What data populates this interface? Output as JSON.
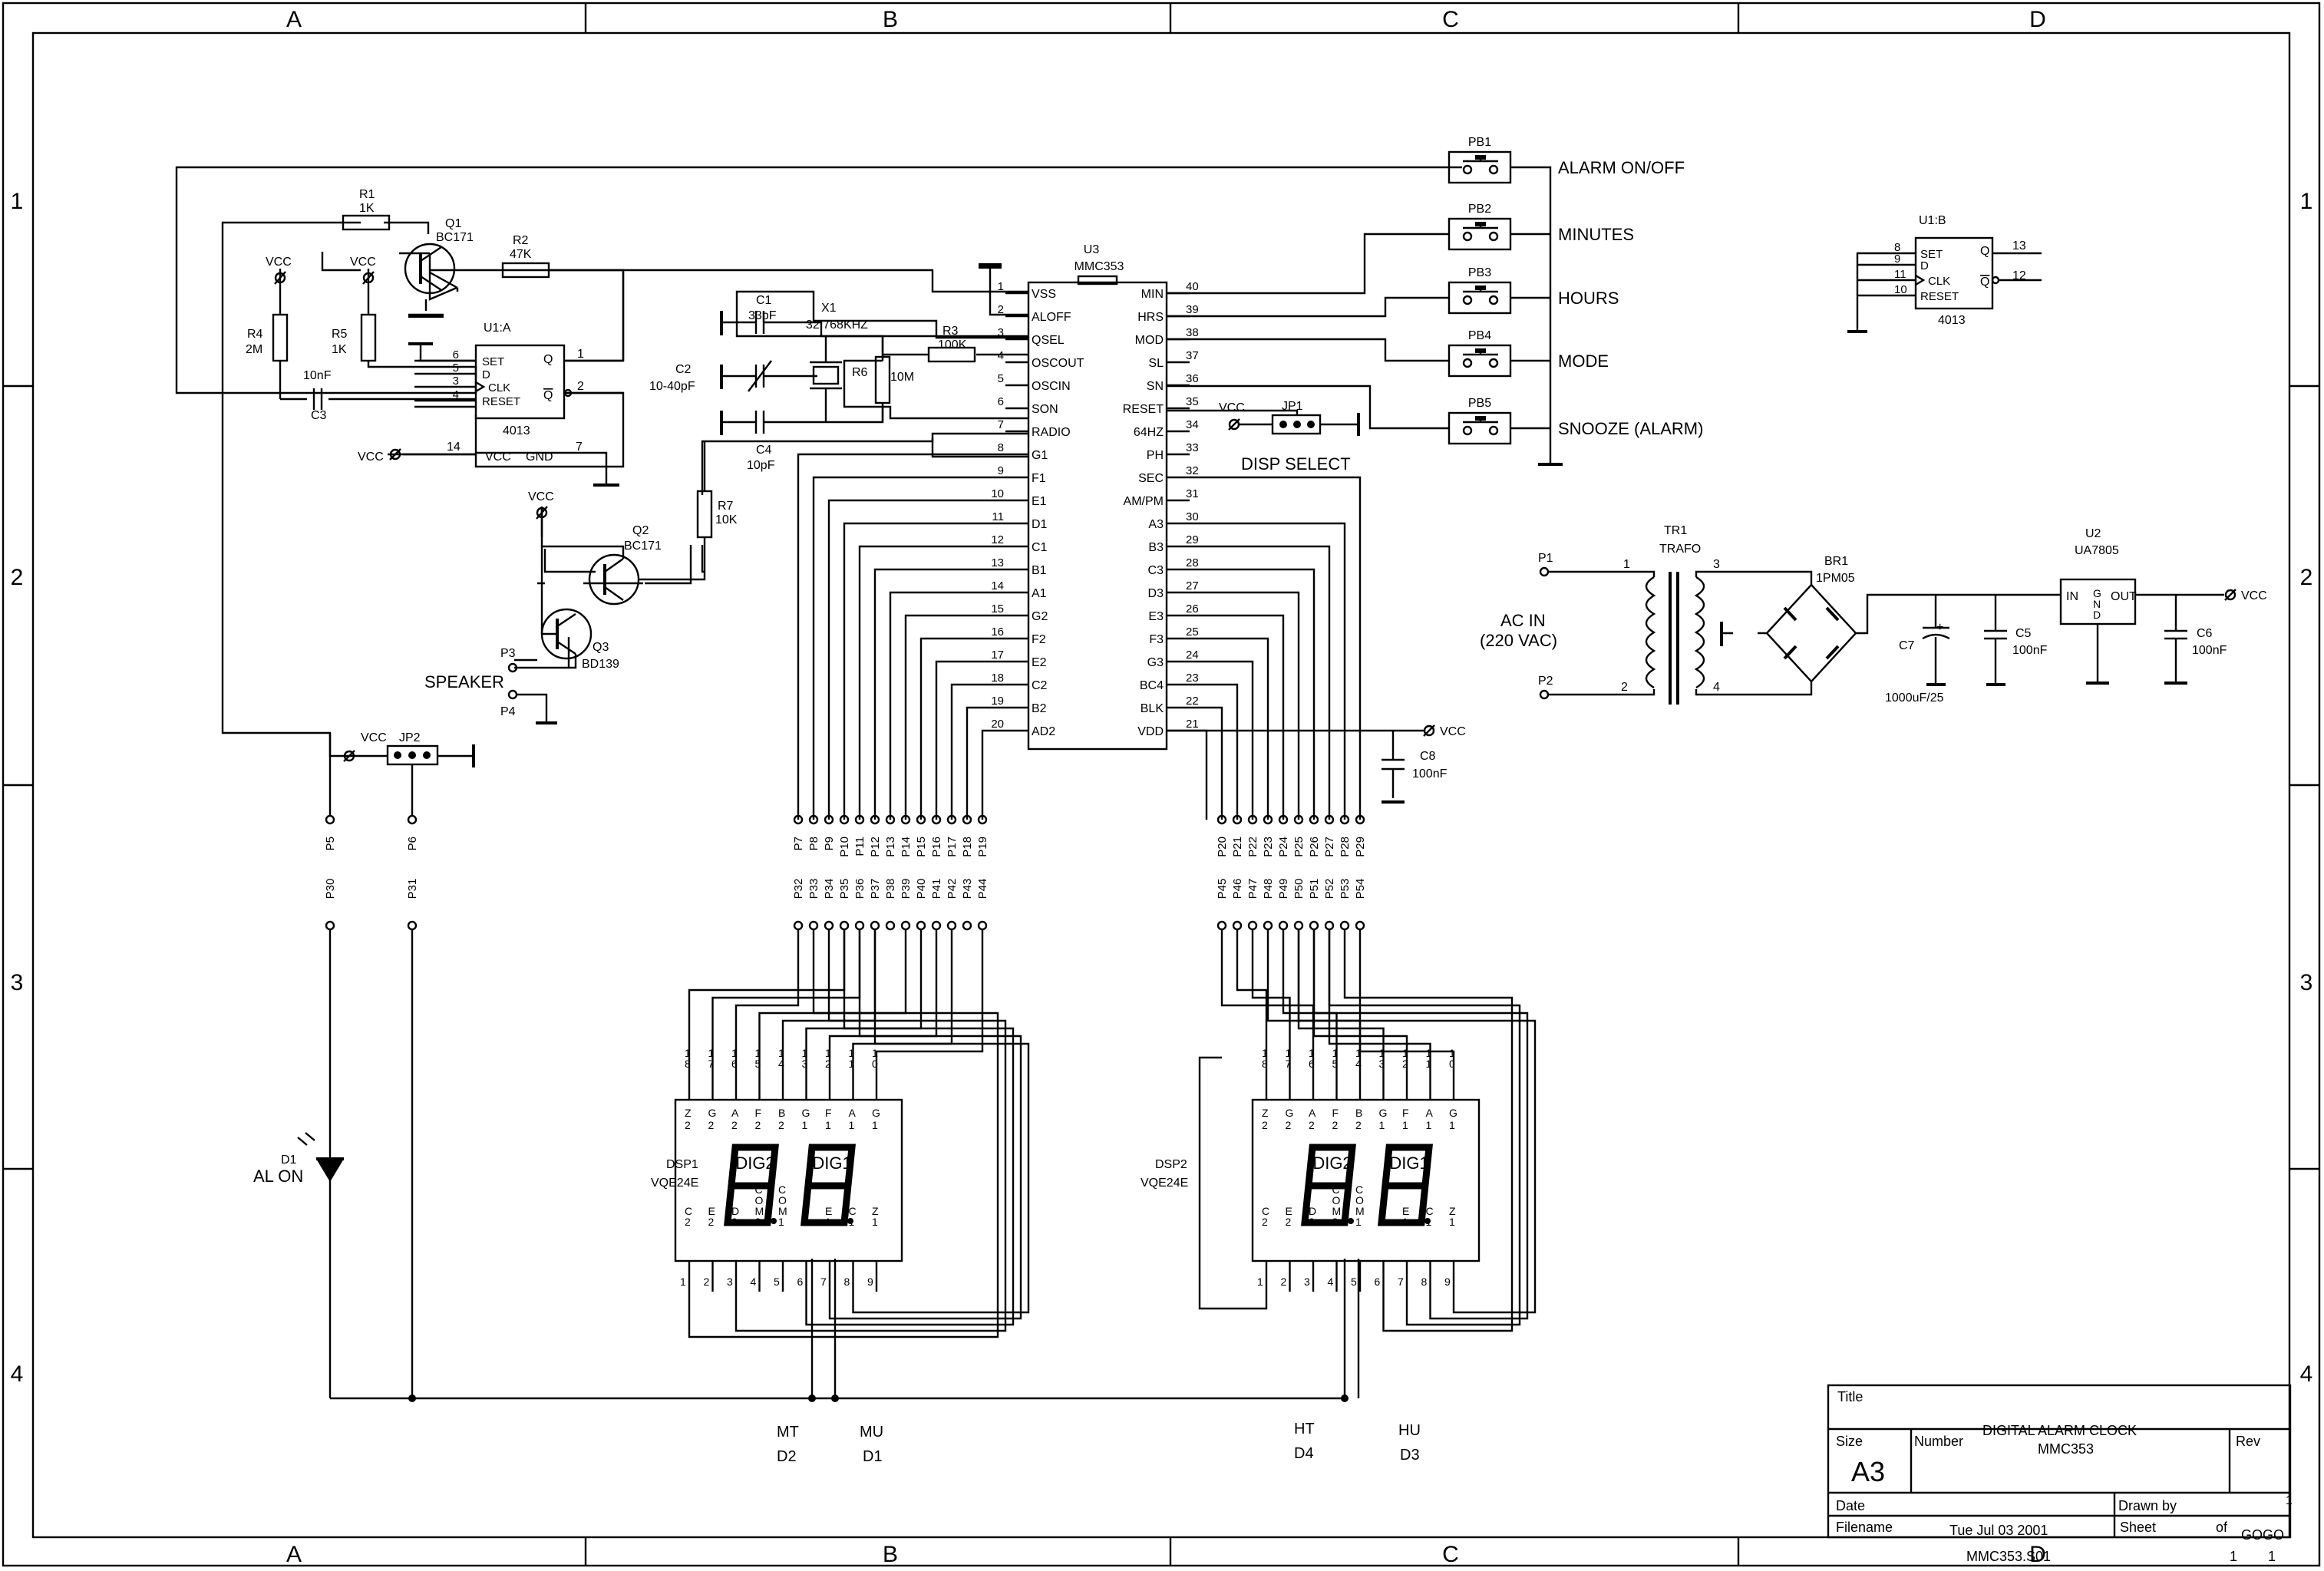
{
  "frame": {
    "cols": [
      "A",
      "B",
      "C",
      "D"
    ],
    "rows": [
      "1",
      "2",
      "3",
      "4"
    ]
  },
  "u3": {
    "ref": "U3",
    "part": "MMC353",
    "left": [
      [
        "1",
        "VSS"
      ],
      [
        "2",
        "ALOFF"
      ],
      [
        "3",
        "QSEL"
      ],
      [
        "4",
        "OSCOUT"
      ],
      [
        "5",
        "OSCIN"
      ],
      [
        "6",
        "SON"
      ],
      [
        "7",
        "RADIO"
      ],
      [
        "8",
        "G1"
      ],
      [
        "9",
        "F1"
      ],
      [
        "10",
        "E1"
      ],
      [
        "11",
        "D1"
      ],
      [
        "12",
        "C1"
      ],
      [
        "13",
        "B1"
      ],
      [
        "14",
        "A1"
      ],
      [
        "15",
        "G2"
      ],
      [
        "16",
        "F2"
      ],
      [
        "17",
        "E2"
      ],
      [
        "18",
        "C2"
      ],
      [
        "19",
        "B2"
      ],
      [
        "20",
        "AD2"
      ]
    ],
    "right": [
      [
        "40",
        "MIN"
      ],
      [
        "39",
        "HRS"
      ],
      [
        "38",
        "MOD"
      ],
      [
        "37",
        "SL"
      ],
      [
        "36",
        "SN"
      ],
      [
        "35",
        "RESET"
      ],
      [
        "34",
        "64HZ"
      ],
      [
        "33",
        "PH"
      ],
      [
        "32",
        "SEC"
      ],
      [
        "31",
        "AM/PM"
      ],
      [
        "30",
        "A3"
      ],
      [
        "29",
        "B3"
      ],
      [
        "28",
        "C3"
      ],
      [
        "27",
        "D3"
      ],
      [
        "26",
        "E3"
      ],
      [
        "25",
        "F3"
      ],
      [
        "24",
        "G3"
      ],
      [
        "23",
        "BC4"
      ],
      [
        "22",
        "BLK"
      ],
      [
        "21",
        "VDD"
      ]
    ]
  },
  "u1a": {
    "ref": "U1:A",
    "part": "4013",
    "left": [
      [
        "6",
        "SET"
      ],
      [
        "5",
        "D"
      ],
      [
        "3",
        "CLK"
      ],
      [
        "4",
        "RESET"
      ]
    ],
    "right": [
      [
        "1",
        "Q"
      ],
      [
        "2",
        "Q"
      ]
    ],
    "bottom": [
      [
        "14",
        "VCC"
      ],
      [
        "7",
        "GND"
      ]
    ]
  },
  "u1b": {
    "ref": "U1:B",
    "part": "4013",
    "left": [
      [
        "8",
        "SET"
      ],
      [
        "9",
        "D"
      ],
      [
        "11",
        "CLK"
      ],
      [
        "10",
        "RESET"
      ]
    ],
    "right": [
      [
        "13",
        "Q"
      ],
      [
        "12",
        "Q"
      ]
    ]
  },
  "parts": {
    "r1": [
      "R1",
      "1K"
    ],
    "r2": [
      "R2",
      "47K"
    ],
    "r3": [
      "R3",
      "100K"
    ],
    "r4": [
      "R4",
      "2M"
    ],
    "r5": [
      "R5",
      "1K"
    ],
    "r6": [
      "R6",
      "10M"
    ],
    "r7": [
      "R7",
      "10K"
    ],
    "q1": [
      "Q1",
      "BC171"
    ],
    "q2": [
      "Q2",
      "BC171"
    ],
    "q3": [
      "Q3",
      "BD139"
    ],
    "c1": [
      "C1",
      "33pF"
    ],
    "c2": [
      "C2",
      "10-40pF"
    ],
    "c3": [
      "C3",
      "10nF"
    ],
    "c4": [
      "C4",
      "10pF"
    ],
    "c5": [
      "C5",
      "100nF"
    ],
    "c6": [
      "C6",
      "100nF"
    ],
    "c7": [
      "C7",
      "1000uF/25"
    ],
    "c8": [
      "C8",
      "100nF"
    ],
    "x1": [
      "X1",
      "32.768KHZ"
    ],
    "jp1": [
      "JP1",
      "DISP SELECT"
    ],
    "jp2": [
      "JP2"
    ],
    "tr1": [
      "TR1",
      "TRAFO"
    ],
    "br1": [
      "BR1",
      "1PM05"
    ],
    "u2": [
      "U2",
      "UA7805"
    ],
    "d1": [
      "D1",
      "AL ON"
    ],
    "dsp1": [
      "DSP1",
      "VQE24E"
    ],
    "dsp2": [
      "DSP2",
      "VQE24E"
    ]
  },
  "pins": {
    "tr1": [
      "1",
      "3",
      "2",
      "4"
    ],
    "u2": [
      "IN",
      "OUT",
      "G",
      "N",
      "D"
    ]
  },
  "buttons": [
    {
      "ref": "PB1",
      "label": "ALARM ON/OFF"
    },
    {
      "ref": "PB2",
      "label": "MINUTES"
    },
    {
      "ref": "PB3",
      "label": "HOURS"
    },
    {
      "ref": "PB4",
      "label": "MODE"
    },
    {
      "ref": "PB5",
      "label": "SNOOZE (ALARM)"
    }
  ],
  "net": {
    "vcc": "VCC",
    "speaker": "SPEAKER",
    "ac_in": [
      "AC IN",
      "(220 VAC)"
    ],
    "p1": "P1",
    "p2": "P2",
    "p3": "P3",
    "p4": "P4"
  },
  "connector_pins": {
    "row1_left": [
      "P5",
      "P6"
    ],
    "row1_mid": [
      "P7",
      "P8",
      "P9",
      "P10",
      "P11",
      "P12",
      "P13",
      "P14",
      "P15",
      "P16",
      "P17",
      "P18",
      "P19"
    ],
    "row1_right": [
      "P20",
      "P21",
      "P22",
      "P23",
      "P24",
      "P25",
      "P26",
      "P27",
      "P28",
      "P29"
    ],
    "row2_left": [
      "P30",
      "P31"
    ],
    "row2_mid": [
      "P32",
      "P33",
      "P34",
      "P35",
      "P36",
      "P37",
      "P38",
      "P39",
      "P40",
      "P41",
      "P42",
      "P43",
      "P44"
    ],
    "row2_right": [
      "P45",
      "P46",
      "P47",
      "P48",
      "P49",
      "P50",
      "P51",
      "P52",
      "P53",
      "P54"
    ]
  },
  "display": {
    "top_nums": [
      "18",
      "17",
      "16",
      "15",
      "14",
      "13",
      "12",
      "11",
      "10"
    ],
    "top_letters": [
      [
        "Z",
        "2"
      ],
      [
        "G",
        "2"
      ],
      [
        "A",
        "2"
      ],
      [
        "F",
        "2"
      ],
      [
        "B",
        "2"
      ],
      [
        "G",
        "1"
      ],
      [
        "F",
        "1"
      ],
      [
        "A",
        "1"
      ],
      [
        "G",
        "1"
      ]
    ],
    "bottom_letters": [
      [
        "C",
        "2"
      ],
      [
        "E",
        "2"
      ],
      [
        "D",
        "2"
      ],
      [
        "C",
        "O",
        "M",
        "2"
      ],
      [
        "C",
        "O",
        "M",
        "1"
      ],
      [
        "D",
        "1"
      ],
      [
        "E",
        "1"
      ],
      [
        "C",
        "1"
      ],
      [
        "Z",
        "1"
      ]
    ],
    "bottom_nums": [
      "1",
      "2",
      "3",
      "4",
      "5",
      "6",
      "7",
      "8",
      "9"
    ],
    "dig_left": "DIG2",
    "dig_right": "DIG1"
  },
  "digits": [
    {
      "name": "MT",
      "d": "D2"
    },
    {
      "name": "MU",
      "d": "D1"
    },
    {
      "name": "HT",
      "d": "D4"
    },
    {
      "name": "HU",
      "d": "D3"
    }
  ],
  "title_block": {
    "title_label": "Title",
    "title": "DIGITAL ALARM CLOCK",
    "size_label": "Size",
    "size": "A3",
    "number_label": "Number",
    "number": "MMC353",
    "rev_label": "Rev",
    "date_label": "Date",
    "drawn_by_label": "Drawn by",
    "drawn_by": "GOGO",
    "filename_label": "Filename",
    "date": "Tue Jul 03 2001",
    "filename": "MMC353.S01",
    "sheet_label": "Sheet",
    "sheet": "1",
    "of_label": "of",
    "of": "1",
    "corner": "1"
  }
}
